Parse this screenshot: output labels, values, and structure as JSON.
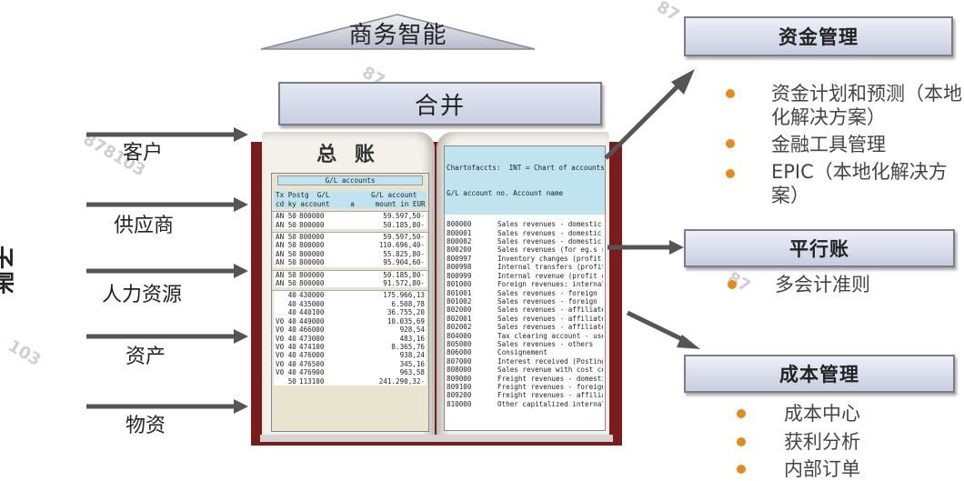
{
  "roof": {
    "label": "商务智能"
  },
  "merge": {
    "label": "合并"
  },
  "subledger": {
    "title": "子账",
    "items": [
      "客户",
      "供应商",
      "人力资源",
      "资产",
      "物资"
    ]
  },
  "ledger": {
    "title": "总 账",
    "left_table": {
      "caption": "G/L accounts",
      "header": [
        "Tx Postg  G/L          G/L account",
        "cd ky account     a     mount in EUR"
      ],
      "groups": [
        [
          [
            "AN 50",
            "800000",
            "59.597,50-"
          ],
          [
            "AN 50",
            "800000",
            "50.185,80-"
          ]
        ],
        [
          [
            "AN 50",
            "800000",
            "59.597,50-"
          ],
          [
            "AN 50",
            "800000",
            "110.696,40-"
          ],
          [
            "AN 50",
            "800000",
            "55.825,80-"
          ],
          [
            "AN 50",
            "800000",
            "95.904,60-"
          ]
        ],
        [
          [
            "AN 50",
            "800000",
            "50.185,80-"
          ],
          [
            "AN 50",
            "800000",
            "91.572,80-"
          ]
        ],
        [
          [
            "   40",
            "430000",
            "175.966,13"
          ],
          [
            "   40",
            "435000",
            "6.508,78"
          ],
          [
            "   40",
            "440100",
            "36.755,20"
          ],
          [
            "V0 40",
            "449000",
            "10.035,69"
          ],
          [
            "V0 40",
            "466000",
            "928,54"
          ],
          [
            "V0 40",
            "473000",
            "483,16"
          ],
          [
            "V0 40",
            "474100",
            "8.365,76"
          ],
          [
            "V0 40",
            "476000",
            "938,24"
          ],
          [
            "V0 40",
            "476500",
            "345,16"
          ],
          [
            "V0 40",
            "476900",
            "963,58"
          ],
          [
            "   50",
            "113100",
            "241.290,32-"
          ]
        ]
      ]
    },
    "right_table": {
      "header": [
        "Chartofaccts:  INT = Chart of accounts -",
        "G/L account no. Account name"
      ],
      "rows": [
        [
          "800000",
          "Sales revenues - domestic"
        ],
        [
          "800001",
          "Sales revenues - domestic"
        ],
        [
          "800002",
          "Sales revenues - domestic"
        ],
        [
          "800200",
          "Sales revenues (for eg.s r"
        ],
        [
          "800997",
          "Inventory changes (profit"
        ],
        [
          "800998",
          "Internal transfers (profit"
        ],
        [
          "800999",
          "Internal revenue (profit c"
        ],
        [
          "801000",
          "Foreign revenues: internal"
        ],
        [
          "801001",
          "Sales revenues - foreign -"
        ],
        [
          "801002",
          "Sales revenues - foreign -"
        ],
        [
          "802000",
          "Sales revenues - affiliate"
        ],
        [
          "802001",
          "Sales revenues - affiliate"
        ],
        [
          "802002",
          "Sales revenues - affiliate"
        ],
        [
          "804000",
          "Tax clearing account - use"
        ],
        [
          "805000",
          "Sales revenues - others"
        ],
        [
          "806000",
          "Consignement"
        ],
        [
          "807000",
          "Interest received (Posting"
        ],
        [
          "808000",
          "Sales revenue with cost ce"
        ],
        [
          "809000",
          "Freight revenues - domesti"
        ],
        [
          "809100",
          "Freight revenues - foreign"
        ],
        [
          "809200",
          "Freight revenues - affilia"
        ],
        [
          "810000",
          "Other capitalized internal"
        ]
      ]
    }
  },
  "funds": {
    "title": "资金管理",
    "bullets": [
      "资金计划和预测（本地化解决方案）",
      "金融工具管理",
      "EPIC（本地化解决方案）"
    ]
  },
  "parallel": {
    "title": "平行账",
    "bullets": [
      "多会计准则"
    ]
  },
  "cost": {
    "title": "成本管理",
    "bullets": [
      "成本中心",
      "获利分析",
      "内部订单"
    ]
  },
  "watermarks": [
    "878103",
    "87",
    "103",
    "87",
    "87"
  ],
  "colors": {
    "bullet": "#e98a18",
    "book_cover": "#7a1c1c",
    "box_fill": "#c8cde0",
    "table_header": "#bfe3ef",
    "arrow": "#555555"
  }
}
